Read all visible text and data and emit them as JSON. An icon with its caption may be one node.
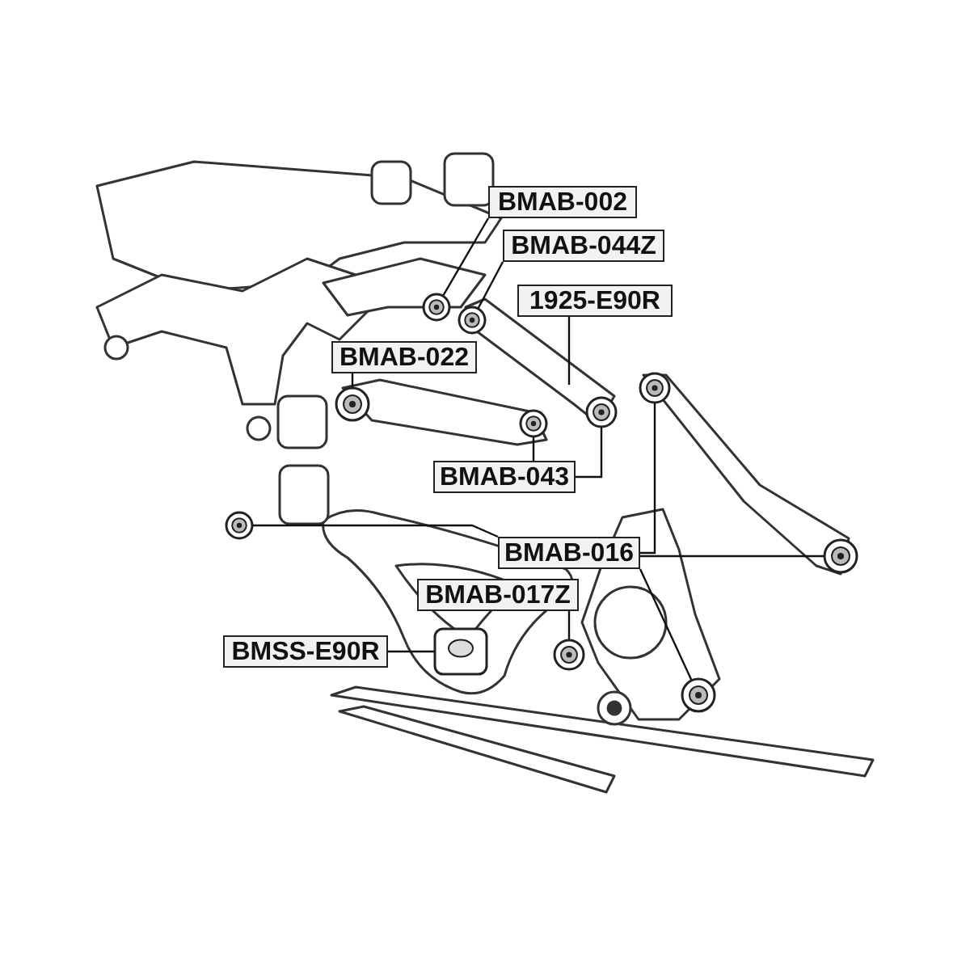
{
  "diagram": {
    "nodes": [
      {
        "text": [
          "BMAB-002"
        ]
      },
      {
        "text": [
          "BMAB-044Z"
        ]
      },
      {
        "text": [
          "1925-E90R"
        ]
      },
      {
        "text": [
          "BMAB-022"
        ]
      },
      {
        "text": [
          "BMAB-043"
        ]
      },
      {
        "text": [
          "BMAB-016"
        ]
      },
      {
        "text": [
          "BMAB-017Z"
        ]
      },
      {
        "text": [
          "BMSS-E90R"
        ]
      },
      {
        "text": [],
        "shape": "picture"
      },
      {
        "text": [],
        "shape": "picture"
      },
      {
        "text": [],
        "shape": "picture"
      },
      {
        "text": [],
        "shape": "picture"
      },
      {
        "text": [],
        "shape": "picture"
      },
      {
        "text": [],
        "shape": "picture"
      },
      {
        "text": [],
        "shape": "picture"
      },
      {
        "text": [],
        "shape": "picture"
      },
      {
        "text": [],
        "shape": "picture"
      },
      {
        "text": [],
        "shape": "picture"
      },
      {
        "text": [],
        "shape": "picture"
      }
    ],
    "edges": [
      {
        "from": 0,
        "to": 8,
        "arrow": "none"
      },
      {
        "from": 1,
        "to": 9,
        "arrow": "none"
      },
      {
        "from": 2,
        "to": null,
        "arrow": "none"
      },
      {
        "from": 3,
        "to": 10,
        "arrow": "none"
      },
      {
        "from": 4,
        "to": 11,
        "arrow": "none"
      },
      {
        "from": 4,
        "to": 12,
        "arrow": "none"
      },
      {
        "from": 5,
        "to": 13,
        "arrow": "none"
      },
      {
        "from": 5,
        "to": 14,
        "arrow": "none"
      },
      {
        "from": 5,
        "to": 15,
        "arrow": "none"
      },
      {
        "from": 5,
        "to": 16,
        "arrow": "none"
      },
      {
        "from": 6,
        "to": 17,
        "arrow": "none"
      },
      {
        "from": 7,
        "to": 18,
        "arrow": "none"
      }
    ]
  }
}
